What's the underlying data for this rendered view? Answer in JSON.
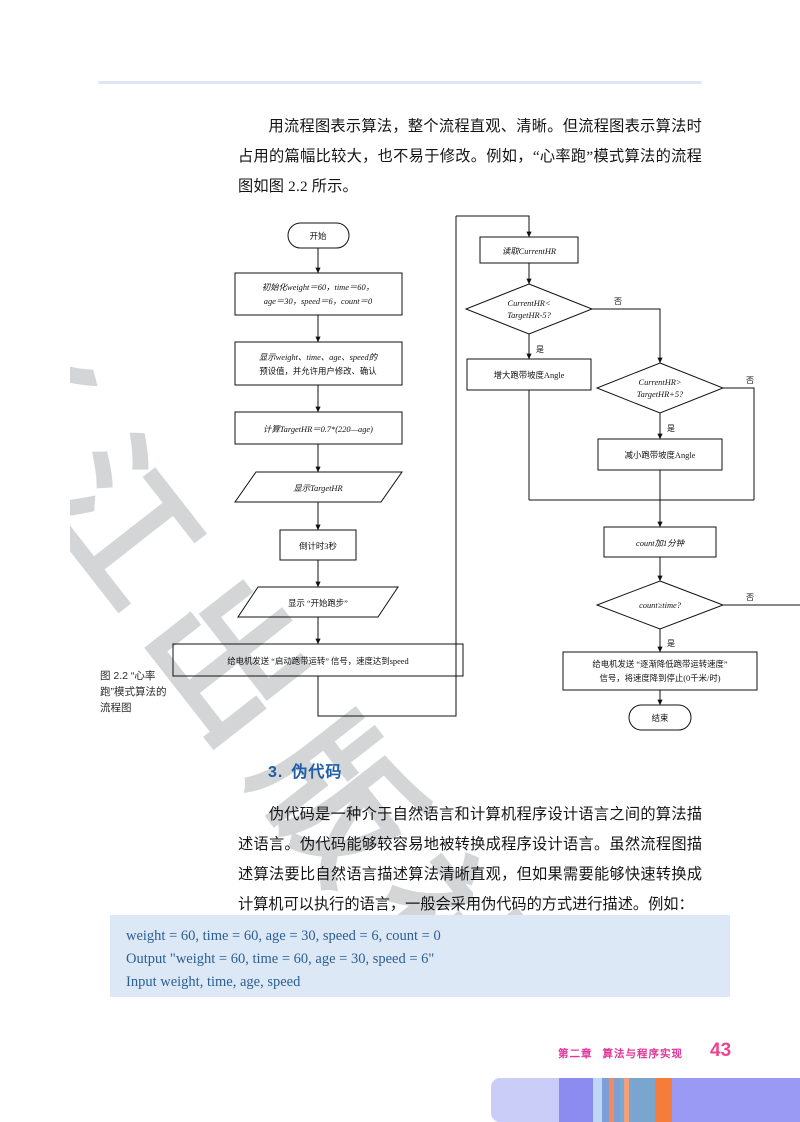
{
  "page": {
    "number": "43",
    "chapter": "第二章",
    "chapter_title": "算法与程序实现"
  },
  "intro_paragraph": "用流程图表示算法，整个流程直观、清晰。但流程图表示算法时占用的篇幅比较大，也不易于修改。例如，“心率跑”模式算法的流程图如图 2.2 所示。",
  "figure": {
    "caption": "图 2.2  “心率跑”模式算法的流程图",
    "watermark": "长江出版社",
    "nodes": {
      "start": "开始",
      "init": "初始化weight＝60，time＝60，",
      "init2": "age＝30，speed＝6，count＝0",
      "show_presets": "显示weight、time、age、speed的",
      "show_presets2": "预设值，并允许用户修改、确认",
      "calc_target": "计算TargetHR＝0.7*(220—age)",
      "display_target": "显示TargetHR",
      "countdown": "倒计时3秒",
      "display_startrun": "显示 “开始跑步”",
      "motor_start": "给电机发送 “启动跑带运转” 信号，速度达到speed",
      "read_current": "读取CurrentHR",
      "dec_low_1": "CurrentHR<",
      "dec_low_2": "TargetHR-5?",
      "increase_angle": "增大跑带坡度Angle",
      "dec_high_1": "CurrentHR>",
      "dec_high_2": "TargetHR+5?",
      "decrease_angle": "减小跑带坡度Angle",
      "count_add": "count加1分钟",
      "dec_count": "count≥time?",
      "motor_stop_1": "给电机发送 “逐渐降低跑带运转速度”",
      "motor_stop_2": "信号，将速度降到停止(0千米/时)",
      "end": "结束"
    },
    "edge_labels": {
      "yes": "是",
      "no": "否"
    }
  },
  "section": {
    "number": "3.",
    "title": "伪代码",
    "paragraph": "伪代码是一种介于自然语言和计算机程序设计语言之间的算法描述语言。伪代码能够较容易地被转换成程序设计语言。虽然流程图描述算法要比自然语言描述算法清晰直观，但如果需要能够快速转换成计算机可以执行的语言，一般会采用伪代码的方式进行描述。例如："
  },
  "pseudocode": {
    "line1": "weight = 60, time = 60, age = 30, speed = 6, count = 0",
    "line2": "Output \"weight = 60, time = 60, age = 30, speed = 6\"",
    "line3": "Input weight, time, age, speed"
  },
  "colors": {
    "heading_blue": "#1f5fa8",
    "code_bg": "#dce8f5",
    "code_text": "#2b5f94",
    "footer_pink": "#e0379a",
    "rule_blue": "#dde6f7"
  },
  "footer_bar_stripes": [
    {
      "w": 68,
      "c": "#c9cdf7"
    },
    {
      "w": 34,
      "c": "#8c8cf0"
    },
    {
      "w": 9,
      "c": "#bcd8f4"
    },
    {
      "w": 7,
      "c": "#7d9fd6"
    },
    {
      "w": 5,
      "c": "#f58a5e"
    },
    {
      "w": 6,
      "c": "#7d9fd6"
    },
    {
      "w": 4,
      "c": "#79a9cf"
    },
    {
      "w": 5,
      "c": "#f0a07a"
    },
    {
      "w": 26,
      "c": "#7aa6ce"
    },
    {
      "w": 17,
      "c": "#f67c3c"
    },
    {
      "w": 128,
      "c": "#9a9af5"
    }
  ]
}
